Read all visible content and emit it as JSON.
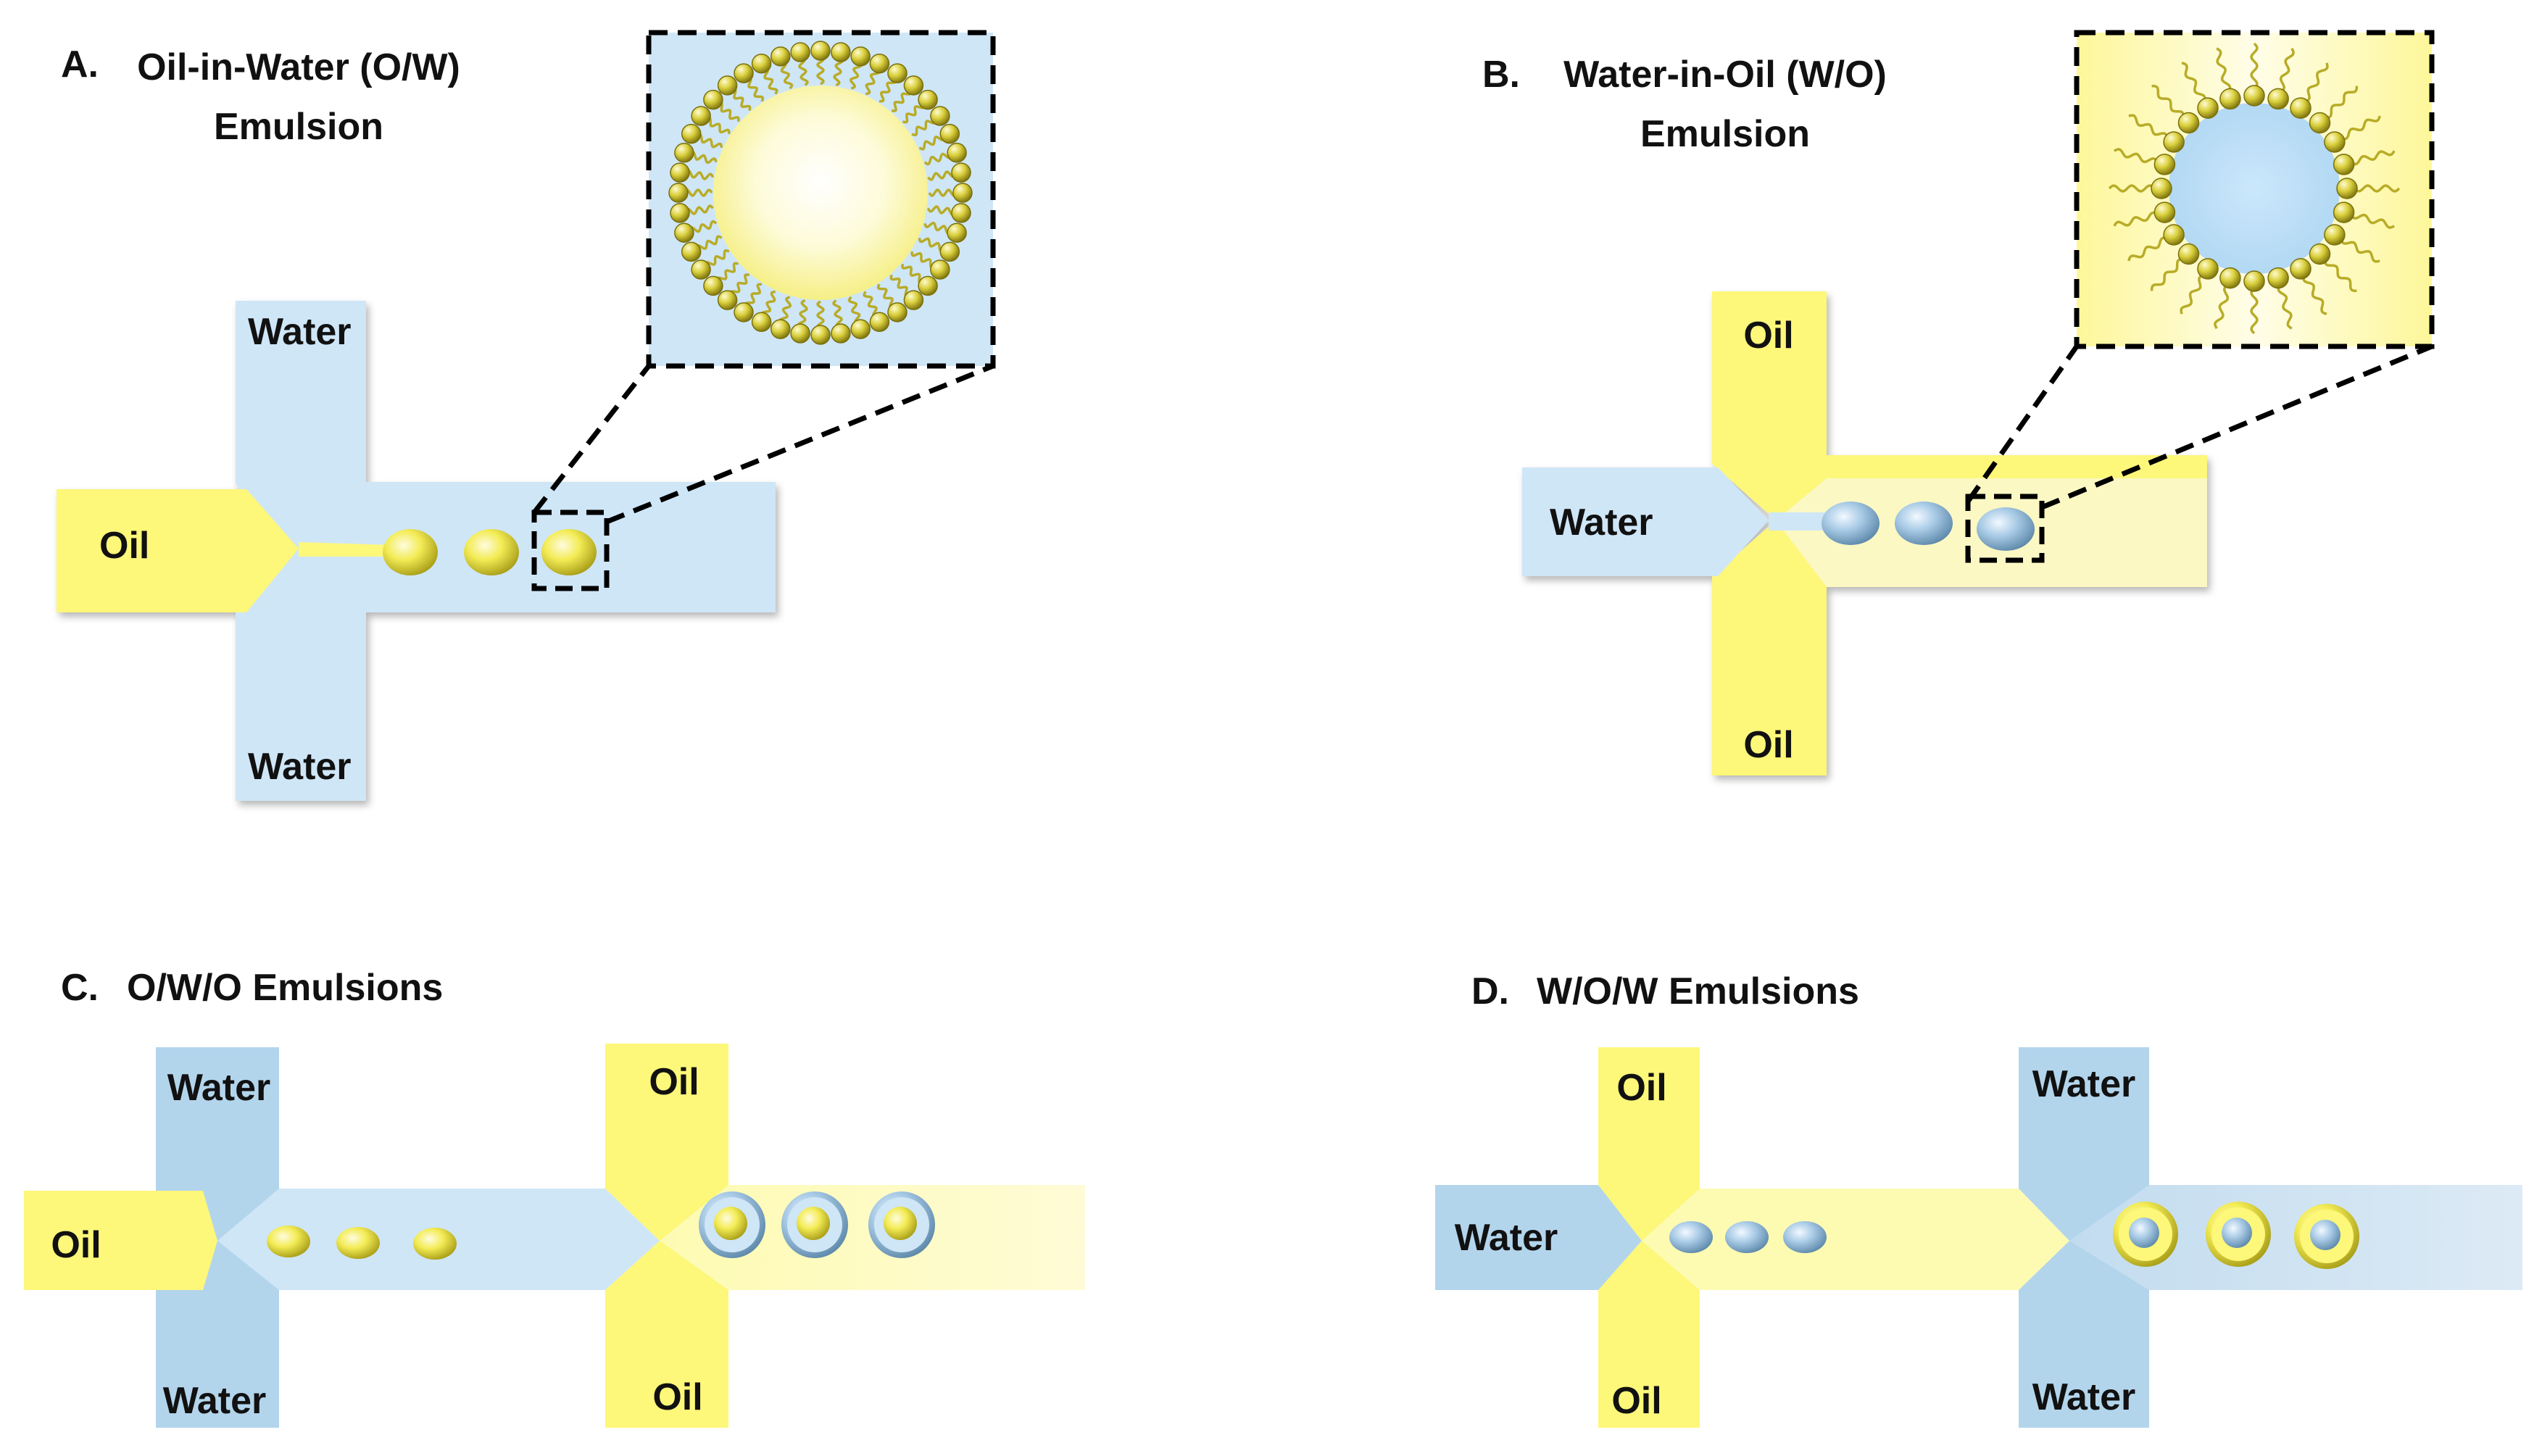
{
  "panels": {
    "a": {
      "letter": "A.",
      "title_line1": "Oil-in-Water (O/W)",
      "title_line2": "Emulsion",
      "labels": {
        "top": "Water",
        "left": "Oil",
        "bottom": "Water"
      }
    },
    "b": {
      "letter": "B.",
      "title_line1": "Water-in-Oil (W/O)",
      "title_line2": "Emulsion",
      "labels": {
        "top": "Oil",
        "left": "Water",
        "bottom": "Oil"
      }
    },
    "c": {
      "letter": "C.",
      "title": "O/W/O Emulsions",
      "labels": {
        "top1": "Water",
        "left": "Oil",
        "bottom1": "Water",
        "top2": "Oil",
        "bottom2": "Oil"
      }
    },
    "d": {
      "letter": "D.",
      "title": "W/O/W Emulsions",
      "labels": {
        "top1": "Oil",
        "left": "Water",
        "bottom1": "Oil",
        "top2": "Water",
        "bottom2": "Water"
      }
    }
  },
  "colors": {
    "water": "#cfe6f7",
    "water_dark": "#b3d5ec",
    "oil": "#fdf77a",
    "oil_pale": "#fbf8c4",
    "droplet_oil": "#e6df3a",
    "droplet_water": "#8fb9d9",
    "surfactant": "#b8ac28",
    "outline": "#000000"
  }
}
